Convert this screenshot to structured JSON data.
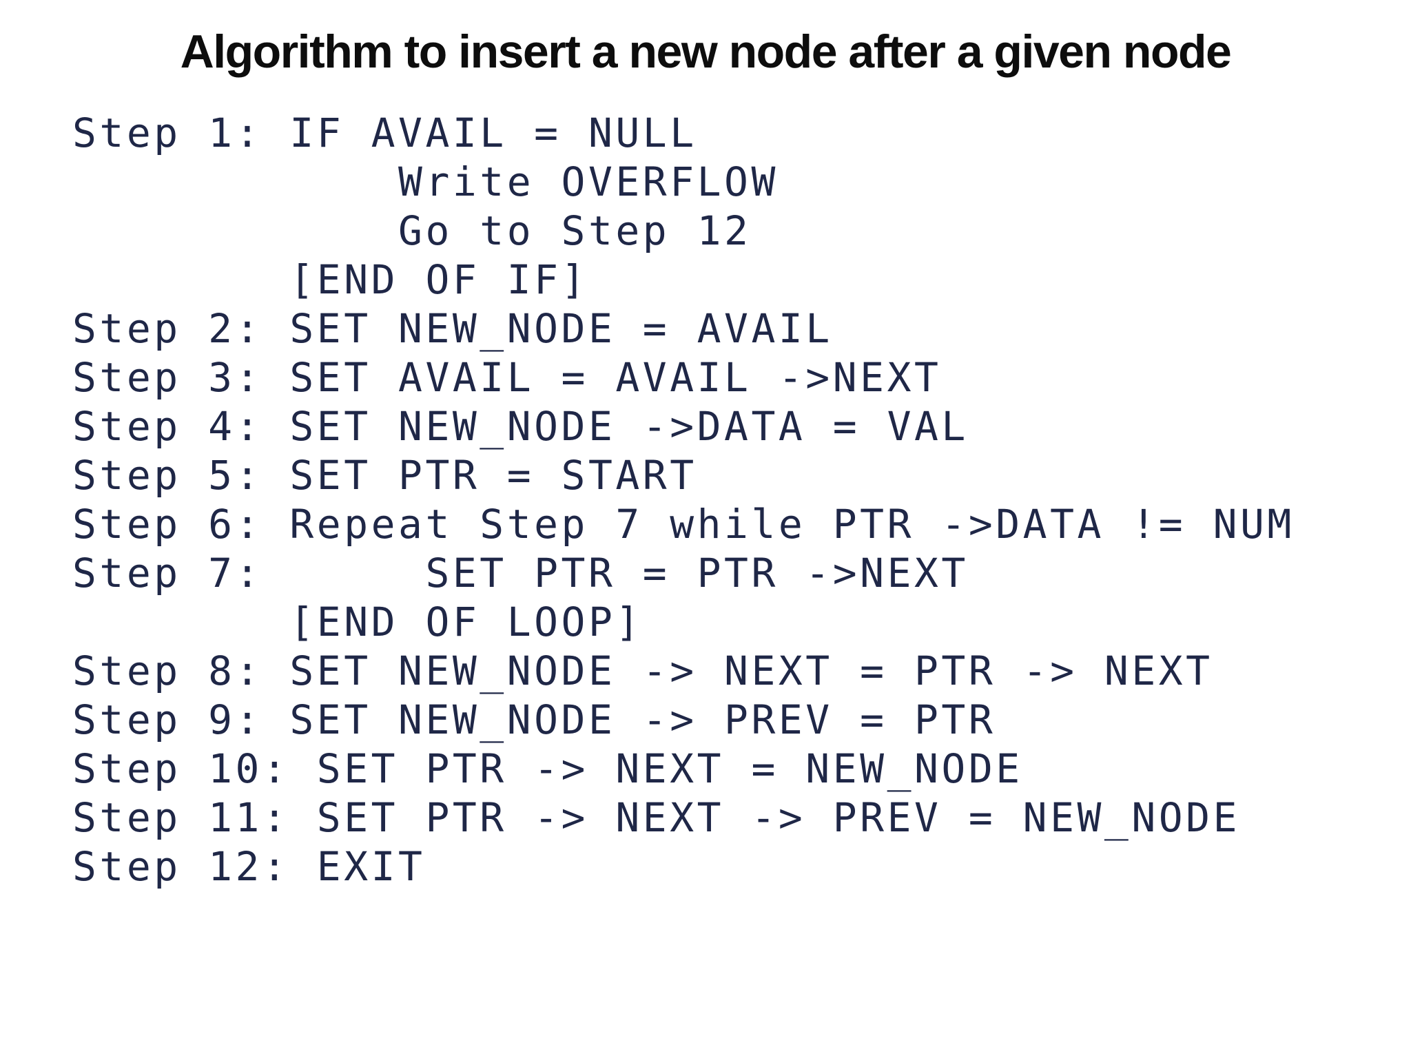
{
  "slide": {
    "title": "Algorithm to insert a new node after a given node",
    "algorithm": {
      "lines": [
        "Step 1: IF AVAIL = NULL",
        "            Write OVERFLOW",
        "            Go to Step 12",
        "        [END OF IF]",
        "Step 2: SET NEW_NODE = AVAIL",
        "Step 3: SET AVAIL = AVAIL ->NEXT",
        "Step 4: SET NEW_NODE ->DATA = VAL",
        "Step 5: SET PTR = START",
        "Step 6: Repeat Step 7 while PTR ->DATA != NUM",
        "Step 7:      SET PTR = PTR ->NEXT",
        "        [END OF LOOP]",
        "Step 8: SET NEW_NODE -> NEXT = PTR -> NEXT",
        "Step 9: SET NEW_NODE -> PREV = PTR",
        "Step 10: SET PTR -> NEXT = NEW_NODE",
        "Step 11: SET PTR -> NEXT -> PREV = NEW_NODE",
        "Step 12: EXIT"
      ]
    },
    "colors": {
      "background": "#ffffff",
      "title_text": "#0d0d0d",
      "code_text": "#1f2747"
    }
  }
}
